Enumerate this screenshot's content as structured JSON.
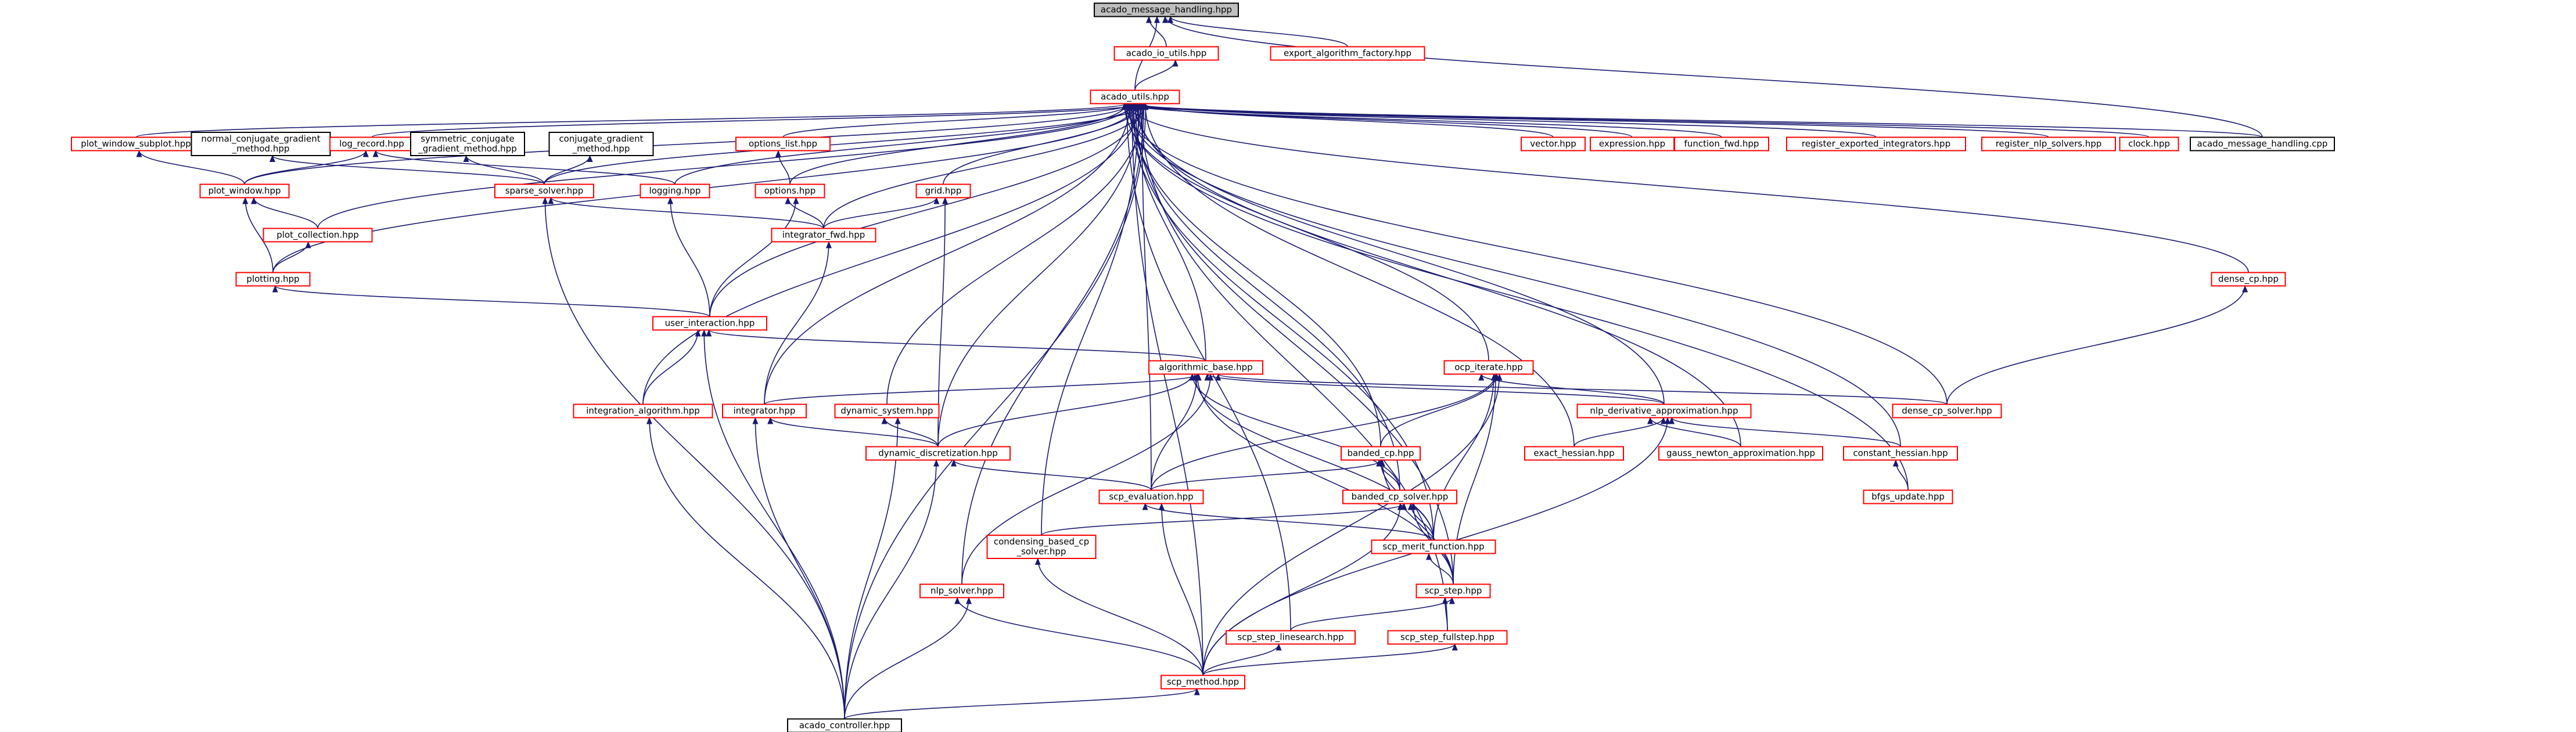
{
  "colors": {
    "edge": "#191970",
    "link_border": "#ff0000",
    "plain_border": "#000000",
    "root_fill": "#bfbfbf",
    "background": "#ffffff"
  },
  "nodes": {
    "acado_message_handling_hpp": {
      "lines": [
        "acado_message_handling.hpp"
      ],
      "kind": "root"
    },
    "acado_io_utils_hpp": {
      "lines": [
        "acado_io_utils.hpp"
      ],
      "kind": "link"
    },
    "export_algorithm_factory_hpp": {
      "lines": [
        "export_algorithm_factory.hpp"
      ],
      "kind": "link"
    },
    "acado_utils_hpp": {
      "lines": [
        "acado_utils.hpp"
      ],
      "kind": "link"
    },
    "plot_window_subplot_hpp": {
      "lines": [
        "plot_window_subplot.hpp"
      ],
      "kind": "link"
    },
    "normal_conjugate_gradient_method_hpp": {
      "lines": [
        "normal_conjugate_gradient",
        "_method.hpp"
      ],
      "kind": "plain"
    },
    "log_record_hpp": {
      "lines": [
        "log_record.hpp"
      ],
      "kind": "link"
    },
    "symmetric_conjugate_gradient_method_hpp": {
      "lines": [
        "symmetric_conjugate",
        "_gradient_method.hpp"
      ],
      "kind": "plain"
    },
    "conjugate_gradient_method_hpp": {
      "lines": [
        "conjugate_gradient",
        "_method.hpp"
      ],
      "kind": "plain"
    },
    "options_list_hpp": {
      "lines": [
        "options_list.hpp"
      ],
      "kind": "link"
    },
    "vector_hpp": {
      "lines": [
        "vector.hpp"
      ],
      "kind": "link"
    },
    "expression_hpp": {
      "lines": [
        "expression.hpp"
      ],
      "kind": "link"
    },
    "function_fwd_hpp": {
      "lines": [
        "function_fwd.hpp"
      ],
      "kind": "link"
    },
    "register_exported_integrators_hpp": {
      "lines": [
        "register_exported_integrators.hpp"
      ],
      "kind": "link"
    },
    "register_nlp_solvers_hpp": {
      "lines": [
        "register_nlp_solvers.hpp"
      ],
      "kind": "link"
    },
    "clock_hpp": {
      "lines": [
        "clock.hpp"
      ],
      "kind": "link"
    },
    "acado_message_handling_cpp": {
      "lines": [
        "acado_message_handling.cpp"
      ],
      "kind": "plain"
    },
    "plot_window_hpp": {
      "lines": [
        "plot_window.hpp"
      ],
      "kind": "link"
    },
    "sparse_solver_hpp": {
      "lines": [
        "sparse_solver.hpp"
      ],
      "kind": "link"
    },
    "logging_hpp": {
      "lines": [
        "logging.hpp"
      ],
      "kind": "link"
    },
    "options_hpp": {
      "lines": [
        "options.hpp"
      ],
      "kind": "link"
    },
    "grid_hpp": {
      "lines": [
        "grid.hpp"
      ],
      "kind": "link"
    },
    "plot_collection_hpp": {
      "lines": [
        "plot_collection.hpp"
      ],
      "kind": "link"
    },
    "integrator_fwd_hpp": {
      "lines": [
        "integrator_fwd.hpp"
      ],
      "kind": "link"
    },
    "plotting_hpp": {
      "lines": [
        "plotting.hpp"
      ],
      "kind": "link"
    },
    "dense_cp_hpp": {
      "lines": [
        "dense_cp.hpp"
      ],
      "kind": "link"
    },
    "user_interaction_hpp": {
      "lines": [
        "user_interaction.hpp"
      ],
      "kind": "link"
    },
    "algorithmic_base_hpp": {
      "lines": [
        "algorithmic_base.hpp"
      ],
      "kind": "link"
    },
    "ocp_iterate_hpp": {
      "lines": [
        "ocp_iterate.hpp"
      ],
      "kind": "link"
    },
    "integration_algorithm_hpp": {
      "lines": [
        "integration_algorithm.hpp"
      ],
      "kind": "link"
    },
    "integrator_hpp": {
      "lines": [
        "integrator.hpp"
      ],
      "kind": "link"
    },
    "dynamic_system_hpp": {
      "lines": [
        "dynamic_system.hpp"
      ],
      "kind": "link"
    },
    "nlp_derivative_approximation_hpp": {
      "lines": [
        "nlp_derivative_approximation.hpp"
      ],
      "kind": "link"
    },
    "dense_cp_solver_hpp": {
      "lines": [
        "dense_cp_solver.hpp"
      ],
      "kind": "link"
    },
    "dynamic_discretization_hpp": {
      "lines": [
        "dynamic_discretization.hpp"
      ],
      "kind": "link"
    },
    "banded_cp_hpp": {
      "lines": [
        "banded_cp.hpp"
      ],
      "kind": "link"
    },
    "exact_hessian_hpp": {
      "lines": [
        "exact_hessian.hpp"
      ],
      "kind": "link"
    },
    "gauss_newton_approximation_hpp": {
      "lines": [
        "gauss_newton_approximation.hpp"
      ],
      "kind": "link"
    },
    "constant_hessian_hpp": {
      "lines": [
        "constant_hessian.hpp"
      ],
      "kind": "link"
    },
    "scp_evaluation_hpp": {
      "lines": [
        "scp_evaluation.hpp"
      ],
      "kind": "link"
    },
    "banded_cp_solver_hpp": {
      "lines": [
        "banded_cp_solver.hpp"
      ],
      "kind": "link"
    },
    "bfgs_update_hpp": {
      "lines": [
        "bfgs_update.hpp"
      ],
      "kind": "link"
    },
    "condensing_based_cp_solver_hpp": {
      "lines": [
        "condensing_based_cp",
        "_solver.hpp"
      ],
      "kind": "link"
    },
    "scp_merit_function_hpp": {
      "lines": [
        "scp_merit_function.hpp"
      ],
      "kind": "link"
    },
    "nlp_solver_hpp": {
      "lines": [
        "nlp_solver.hpp"
      ],
      "kind": "link"
    },
    "scp_step_hpp": {
      "lines": [
        "scp_step.hpp"
      ],
      "kind": "link"
    },
    "scp_step_linesearch_hpp": {
      "lines": [
        "scp_step_linesearch.hpp"
      ],
      "kind": "link"
    },
    "scp_step_fullstep_hpp": {
      "lines": [
        "scp_step_fullstep.hpp"
      ],
      "kind": "link"
    },
    "scp_method_hpp": {
      "lines": [
        "scp_method.hpp"
      ],
      "kind": "link"
    },
    "acado_controller_hpp": {
      "lines": [
        "acado_controller.hpp"
      ],
      "kind": "plain"
    }
  },
  "edges": [
    [
      "acado_io_utils_hpp",
      "acado_message_handling_hpp"
    ],
    [
      "export_algorithm_factory_hpp",
      "acado_message_handling_hpp"
    ],
    [
      "acado_utils_hpp",
      "acado_message_handling_hpp"
    ],
    [
      "acado_utils_hpp",
      "acado_io_utils_hpp"
    ],
    [
      "acado_message_handling_cpp",
      "acado_message_handling_hpp"
    ],
    [
      "plot_window_subplot_hpp",
      "acado_utils_hpp"
    ],
    [
      "log_record_hpp",
      "acado_utils_hpp"
    ],
    [
      "options_list_hpp",
      "acado_utils_hpp"
    ],
    [
      "vector_hpp",
      "acado_utils_hpp"
    ],
    [
      "expression_hpp",
      "acado_utils_hpp"
    ],
    [
      "function_fwd_hpp",
      "acado_utils_hpp"
    ],
    [
      "register_exported_integrators_hpp",
      "acado_utils_hpp"
    ],
    [
      "register_nlp_solvers_hpp",
      "acado_utils_hpp"
    ],
    [
      "clock_hpp",
      "acado_utils_hpp"
    ],
    [
      "acado_message_handling_cpp",
      "acado_utils_hpp"
    ],
    [
      "plot_window_hpp",
      "acado_utils_hpp"
    ],
    [
      "sparse_solver_hpp",
      "acado_utils_hpp"
    ],
    [
      "logging_hpp",
      "acado_utils_hpp"
    ],
    [
      "options_hpp",
      "acado_utils_hpp"
    ],
    [
      "grid_hpp",
      "acado_utils_hpp"
    ],
    [
      "plot_collection_hpp",
      "acado_utils_hpp"
    ],
    [
      "integrator_fwd_hpp",
      "acado_utils_hpp"
    ],
    [
      "plotting_hpp",
      "acado_utils_hpp"
    ],
    [
      "dense_cp_hpp",
      "acado_utils_hpp"
    ],
    [
      "user_interaction_hpp",
      "acado_utils_hpp"
    ],
    [
      "algorithmic_base_hpp",
      "acado_utils_hpp"
    ],
    [
      "ocp_iterate_hpp",
      "acado_utils_hpp"
    ],
    [
      "integration_algorithm_hpp",
      "acado_utils_hpp"
    ],
    [
      "integrator_hpp",
      "acado_utils_hpp"
    ],
    [
      "dynamic_system_hpp",
      "acado_utils_hpp"
    ],
    [
      "nlp_derivative_approximation_hpp",
      "acado_utils_hpp"
    ],
    [
      "dense_cp_solver_hpp",
      "acado_utils_hpp"
    ],
    [
      "dynamic_discretization_hpp",
      "acado_utils_hpp"
    ],
    [
      "banded_cp_hpp",
      "acado_utils_hpp"
    ],
    [
      "exact_hessian_hpp",
      "acado_utils_hpp"
    ],
    [
      "gauss_newton_approximation_hpp",
      "acado_utils_hpp"
    ],
    [
      "constant_hessian_hpp",
      "acado_utils_hpp"
    ],
    [
      "scp_evaluation_hpp",
      "acado_utils_hpp"
    ],
    [
      "banded_cp_solver_hpp",
      "acado_utils_hpp"
    ],
    [
      "bfgs_update_hpp",
      "acado_utils_hpp"
    ],
    [
      "condensing_based_cp_solver_hpp",
      "acado_utils_hpp"
    ],
    [
      "scp_merit_function_hpp",
      "acado_utils_hpp"
    ],
    [
      "nlp_solver_hpp",
      "acado_utils_hpp"
    ],
    [
      "scp_step_hpp",
      "acado_utils_hpp"
    ],
    [
      "scp_step_linesearch_hpp",
      "acado_utils_hpp"
    ],
    [
      "scp_step_fullstep_hpp",
      "acado_utils_hpp"
    ],
    [
      "scp_method_hpp",
      "acado_utils_hpp"
    ],
    [
      "acado_controller_hpp",
      "acado_utils_hpp"
    ],
    [
      "plot_window_hpp",
      "plot_window_subplot_hpp"
    ],
    [
      "plot_window_hpp",
      "log_record_hpp"
    ],
    [
      "sparse_solver_hpp",
      "normal_conjugate_gradient_method_hpp"
    ],
    [
      "sparse_solver_hpp",
      "symmetric_conjugate_gradient_method_hpp"
    ],
    [
      "sparse_solver_hpp",
      "conjugate_gradient_method_hpp"
    ],
    [
      "logging_hpp",
      "log_record_hpp"
    ],
    [
      "options_hpp",
      "options_list_hpp"
    ],
    [
      "plot_collection_hpp",
      "plot_window_hpp"
    ],
    [
      "plotting_hpp",
      "plot_window_hpp"
    ],
    [
      "plotting_hpp",
      "plot_collection_hpp"
    ],
    [
      "integrator_fwd_hpp",
      "sparse_solver_hpp"
    ],
    [
      "integrator_fwd_hpp",
      "options_hpp"
    ],
    [
      "integrator_fwd_hpp",
      "grid_hpp"
    ],
    [
      "user_interaction_hpp",
      "plotting_hpp"
    ],
    [
      "user_interaction_hpp",
      "logging_hpp"
    ],
    [
      "user_interaction_hpp",
      "options_hpp"
    ],
    [
      "algorithmic_base_hpp",
      "user_interaction_hpp"
    ],
    [
      "integration_algorithm_hpp",
      "user_interaction_hpp"
    ],
    [
      "integrator_hpp",
      "integrator_fwd_hpp"
    ],
    [
      "dense_cp_solver_hpp",
      "dense_cp_hpp"
    ],
    [
      "dense_cp_solver_hpp",
      "algorithmic_base_hpp"
    ],
    [
      "nlp_derivative_approximation_hpp",
      "algorithmic_base_hpp"
    ],
    [
      "nlp_derivative_approximation_hpp",
      "ocp_iterate_hpp"
    ],
    [
      "dynamic_discretization_hpp",
      "integrator_hpp"
    ],
    [
      "dynamic_discretization_hpp",
      "dynamic_system_hpp"
    ],
    [
      "dynamic_discretization_hpp",
      "algorithmic_base_hpp"
    ],
    [
      "dynamic_discretization_hpp",
      "grid_hpp"
    ],
    [
      "integrator_hpp",
      "algorithmic_base_hpp"
    ],
    [
      "banded_cp_hpp",
      "ocp_iterate_hpp"
    ],
    [
      "exact_hessian_hpp",
      "nlp_derivative_approximation_hpp"
    ],
    [
      "gauss_newton_approximation_hpp",
      "nlp_derivative_approximation_hpp"
    ],
    [
      "constant_hessian_hpp",
      "nlp_derivative_approximation_hpp"
    ],
    [
      "bfgs_update_hpp",
      "constant_hessian_hpp"
    ],
    [
      "scp_evaluation_hpp",
      "dynamic_discretization_hpp"
    ],
    [
      "scp_evaluation_hpp",
      "banded_cp_hpp"
    ],
    [
      "scp_evaluation_hpp",
      "algorithmic_base_hpp"
    ],
    [
      "scp_evaluation_hpp",
      "ocp_iterate_hpp"
    ],
    [
      "banded_cp_solver_hpp",
      "banded_cp_hpp"
    ],
    [
      "banded_cp_solver_hpp",
      "algorithmic_base_hpp"
    ],
    [
      "condensing_based_cp_solver_hpp",
      "banded_cp_solver_hpp"
    ],
    [
      "scp_merit_function_hpp",
      "scp_evaluation_hpp"
    ],
    [
      "scp_merit_function_hpp",
      "banded_cp_solver_hpp"
    ],
    [
      "scp_merit_function_hpp",
      "banded_cp_hpp"
    ],
    [
      "scp_merit_function_hpp",
      "algorithmic_base_hpp"
    ],
    [
      "scp_merit_function_hpp",
      "ocp_iterate_hpp"
    ],
    [
      "scp_step_hpp",
      "scp_merit_function_hpp"
    ],
    [
      "scp_step_hpp",
      "banded_cp_solver_hpp"
    ],
    [
      "scp_step_hpp",
      "banded_cp_hpp"
    ],
    [
      "scp_step_hpp",
      "algorithmic_base_hpp"
    ],
    [
      "scp_step_hpp",
      "ocp_iterate_hpp"
    ],
    [
      "scp_step_linesearch_hpp",
      "scp_step_hpp"
    ],
    [
      "scp_step_fullstep_hpp",
      "scp_step_hpp"
    ],
    [
      "nlp_solver_hpp",
      "algorithmic_base_hpp"
    ],
    [
      "scp_method_hpp",
      "nlp_solver_hpp"
    ],
    [
      "scp_method_hpp",
      "scp_evaluation_hpp"
    ],
    [
      "scp_method_hpp",
      "banded_cp_solver_hpp"
    ],
    [
      "scp_method_hpp",
      "scp_step_linesearch_hpp"
    ],
    [
      "scp_method_hpp",
      "scp_step_fullstep_hpp"
    ],
    [
      "scp_method_hpp",
      "condensing_based_cp_solver_hpp"
    ],
    [
      "scp_method_hpp",
      "ocp_iterate_hpp"
    ],
    [
      "scp_method_hpp",
      "nlp_derivative_approximation_hpp"
    ],
    [
      "acado_controller_hpp",
      "scp_method_hpp"
    ],
    [
      "acado_controller_hpp",
      "nlp_solver_hpp"
    ],
    [
      "acado_controller_hpp",
      "dynamic_discretization_hpp"
    ],
    [
      "acado_controller_hpp",
      "integrator_hpp"
    ],
    [
      "acado_controller_hpp",
      "integration_algorithm_hpp"
    ],
    [
      "acado_controller_hpp",
      "user_interaction_hpp"
    ],
    [
      "acado_controller_hpp",
      "dynamic_system_hpp"
    ],
    [
      "acado_controller_hpp",
      "sparse_solver_hpp"
    ]
  ]
}
